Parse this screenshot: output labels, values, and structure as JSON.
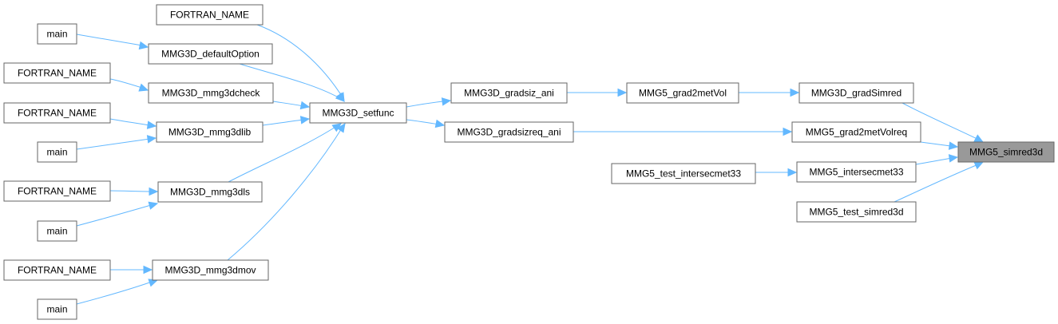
{
  "graph": {
    "focus_node": "MMG5_simred3d",
    "colors": {
      "edge": "#63b8ff",
      "node_border": "#666666",
      "node_fill": "#ffffff",
      "focus_fill": "#999999"
    },
    "nodes": {
      "fn1": "FORTRAN_NAME",
      "main1": "main",
      "defaultOption": "MMG3D_defaultOption",
      "fn2": "FORTRAN_NAME",
      "mmg3dcheck": "MMG3D_mmg3dcheck",
      "fn3": "FORTRAN_NAME",
      "mmg3dlib": "MMG3D_mmg3dlib",
      "main2": "main",
      "fn4": "FORTRAN_NAME",
      "mmg3dls": "MMG3D_mmg3dls",
      "main3": "main",
      "fn5": "FORTRAN_NAME",
      "mmg3dmov": "MMG3D_mmg3dmov",
      "main4": "main",
      "setfunc": "MMG3D_setfunc",
      "gradsiz_ani": "MMG3D_gradsiz_ani",
      "gradsizreq_ani": "MMG3D_gradsizreq_ani",
      "grad2metVol": "MMG5_grad2metVol",
      "gradSimred": "MMG3D_gradSimred",
      "grad2metVolreq": "MMG5_grad2metVolreq",
      "test_intersecmet33": "MMG5_test_intersecmet33",
      "intersecmet33": "MMG5_intersecmet33",
      "test_simred3d": "MMG5_test_simred3d",
      "simred3d": "MMG5_simred3d"
    }
  }
}
